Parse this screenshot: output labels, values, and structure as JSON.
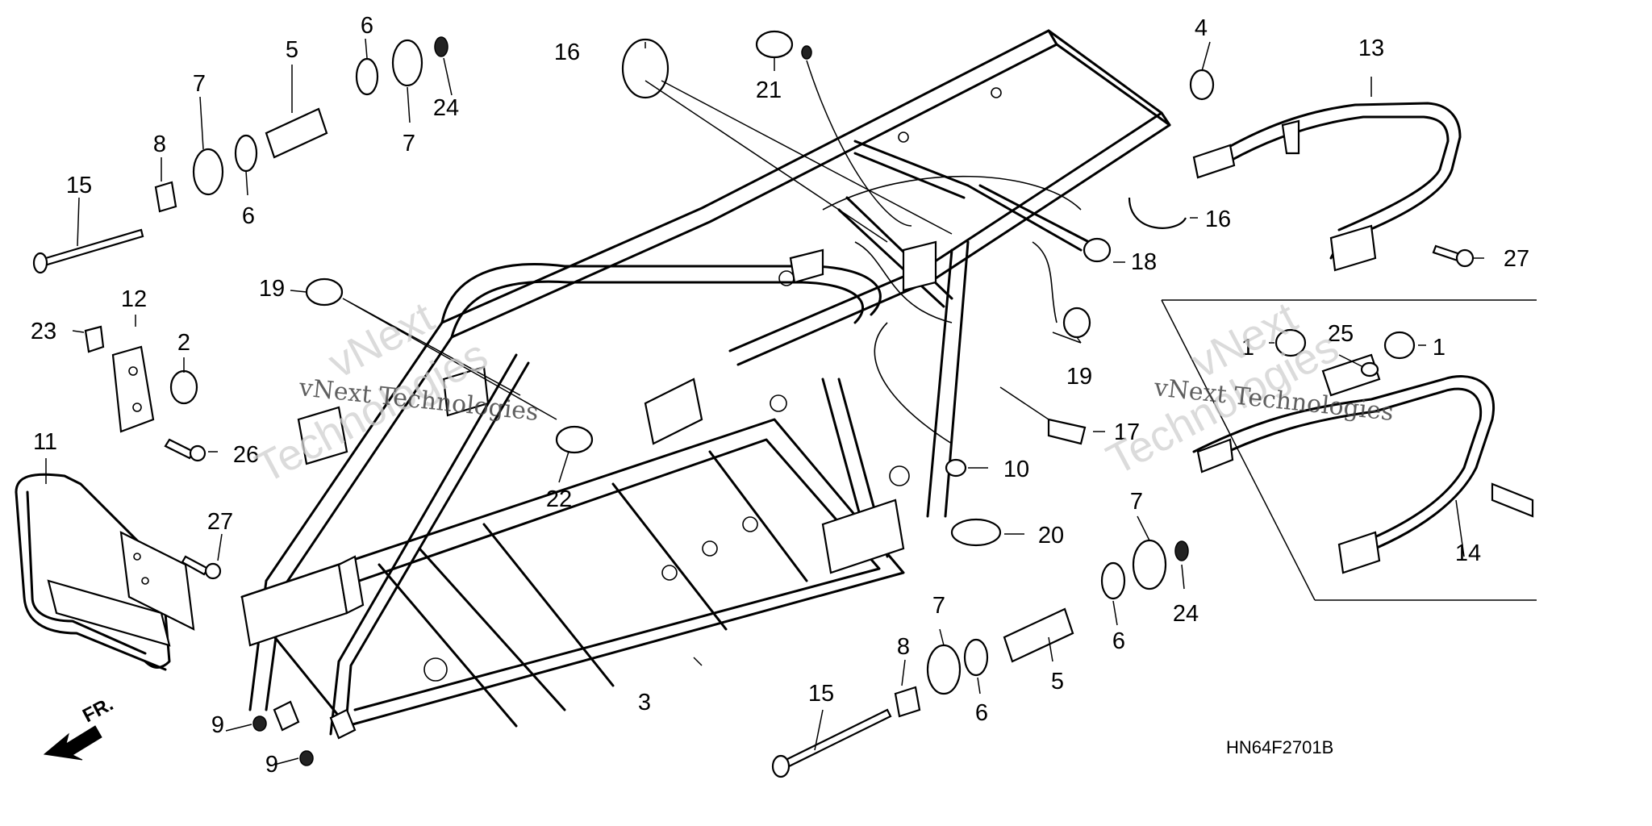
{
  "diagram": {
    "code": "HN64F2701B",
    "front_marker": "FR.",
    "watermark": {
      "brand": "vNext",
      "word": "Technologies",
      "line": "vNext Technologies"
    },
    "callouts": {
      "c1a": "1",
      "c1b": "1",
      "c2": "2",
      "c3": "3",
      "c4": "4",
      "c5a": "5",
      "c5b": "5",
      "c6a": "6",
      "c6b": "6",
      "c6c": "6",
      "c6d": "6",
      "c7a": "7",
      "c7b": "7",
      "c7c": "7",
      "c7d": "7",
      "c8a": "8",
      "c8b": "8",
      "c9a": "9",
      "c9b": "9",
      "c10": "10",
      "c11": "11",
      "c12": "12",
      "c13": "13",
      "c14": "14",
      "c15a": "15",
      "c15b": "15",
      "c16a": "16",
      "c16b": "16",
      "c17": "17",
      "c18": "18",
      "c19a": "19",
      "c19b": "19",
      "c20": "20",
      "c21": "21",
      "c22": "22",
      "c23": "23",
      "c24a": "24",
      "c24b": "24",
      "c25": "25",
      "c26": "26",
      "c27a": "27",
      "c27b": "27"
    }
  }
}
